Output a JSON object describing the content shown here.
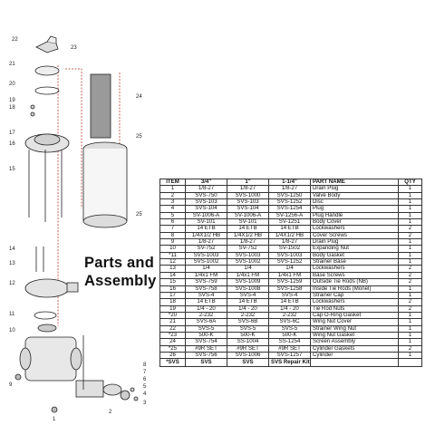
{
  "heading": {
    "line1": "Parts and",
    "line2": "Assembly"
  },
  "callouts": [
    "22",
    "23",
    "21",
    "20",
    "19",
    "18",
    "17",
    "16",
    "15",
    "24",
    "25",
    "25",
    "14",
    "13",
    "12",
    "11",
    "10",
    "9",
    "8",
    "7",
    "6",
    "5",
    "4",
    "3",
    "2",
    "1"
  ],
  "table": {
    "headers": [
      "ITEM",
      "3/4\"",
      "1\"",
      "1-1/4\"",
      "PART NAME",
      "QTY"
    ],
    "rows": [
      [
        "1",
        "1/8-27",
        "1/8-27",
        "1/8-27",
        "Drain Plug",
        "1"
      ],
      [
        "2",
        "SVS-750",
        "SVS-1000",
        "SVS-1250",
        "Valve Body",
        "1"
      ],
      [
        "3",
        "SVS-103",
        "SVS-103",
        "SVS-1252",
        "Disc",
        "1"
      ],
      [
        "4",
        "SVS-104",
        "SVS-104",
        "SVS-1254",
        "Plug",
        "1"
      ],
      [
        "5",
        "SV-1006-A",
        "SV-1006-A",
        "SV-1256-A",
        "Plug Handle",
        "1"
      ],
      [
        "6",
        "SV-101",
        "SV-101",
        "SV-1251",
        "Body Cover",
        "1"
      ],
      [
        "7",
        "14 ETB",
        "14 ETB",
        "14 ETB",
        "Lockwashers",
        "2"
      ],
      [
        "8",
        "1/4X1/2 HB",
        "1/4X1/2 HB",
        "1/4X1/2 HB",
        "Cover Screws",
        "2"
      ],
      [
        "9",
        "1/8-27",
        "1/8-27",
        "1/8-27",
        "Drain Plug",
        "1"
      ],
      [
        "10",
        "SV-752",
        "SV-752",
        "SV-1502",
        "Expanding Nut",
        "1"
      ],
      [
        "*11",
        "SVS-1003",
        "SVS-1003",
        "SVS-1003",
        "Body Gasket",
        "1"
      ],
      [
        "12",
        "SVS-1002",
        "SVS-1002",
        "SVS-1252",
        "Strainer Base",
        "1"
      ],
      [
        "13",
        "1/4",
        "1/4",
        "1/4",
        "Lockwashers",
        "2"
      ],
      [
        "14",
        "1/4x1 FM",
        "1/4x1 FM",
        "1/4x1 FM",
        "Base Screws",
        "2"
      ],
      [
        "15",
        "SVS-759",
        "SVS-1009",
        "SVS-1259",
        "Outside Tie Rods (NB)",
        "2"
      ],
      [
        "16",
        "SVS-758",
        "SVS-1008",
        "SVS-1258",
        "Inside Tie Rods (Monel)",
        "1"
      ],
      [
        "17",
        "SVS-4",
        "SVS-4",
        "SVS-4",
        "Strainer Cap",
        "1"
      ],
      [
        "18",
        "14 ETB",
        "14 ETB",
        "14 ETB",
        "Lockwashers",
        "2"
      ],
      [
        "19",
        "1/4 - 20",
        "1/4 - 20",
        "1/4 - 20",
        "Tie Rod Nuts",
        "2"
      ],
      [
        "*20",
        "2-232",
        "2-232",
        "2-232",
        "Cap O-Ring Gasket",
        "1"
      ],
      [
        "21",
        "SVS-6A",
        "SVS-6B",
        "SVS-6C",
        "Wing Nut Cover",
        "1"
      ],
      [
        "22",
        "SVS-5",
        "SVS-5",
        "SVS-5",
        "Strainer Wing Nut",
        "1"
      ],
      [
        "*23",
        "500-K",
        "500-K",
        "500-K",
        "Wing Nut Gasket",
        "1"
      ],
      [
        "24",
        "SVS-754",
        "SS-1004",
        "SS-1254",
        "Screen Assembly",
        "1"
      ],
      [
        "*25",
        "#9R SET",
        "#9R SET",
        "#9R SET",
        "Cylinder Gaskets",
        "2"
      ],
      [
        "26",
        "SVS-756",
        "SVS-1006",
        "SVS-1257",
        "Cylinder",
        "1"
      ]
    ],
    "footer": [
      "*SVS",
      "SVS",
      "SVS",
      "SVS Repair Kit",
      "",
      ""
    ]
  }
}
